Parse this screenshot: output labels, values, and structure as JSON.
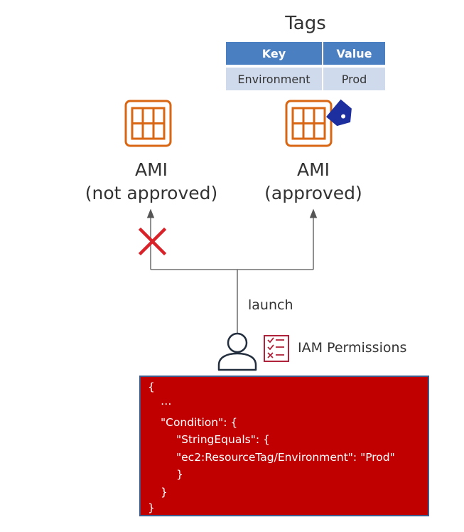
{
  "tags": {
    "title": "Tags",
    "headers": [
      "Key",
      "Value"
    ],
    "rows": [
      [
        "Environment",
        "Prod"
      ]
    ]
  },
  "ami_left": {
    "line1": "AMI",
    "line2": "(not approved)"
  },
  "ami_right": {
    "line1": "AMI",
    "line2": "(approved)"
  },
  "launch_label": "launch",
  "iam_label": "IAM Permissions",
  "policy_lines": [
    "{",
    "…",
    "\"Condition\": {",
    "\"StringEquals\": {",
    "\"ec2:ResourceTag/Environment\": \"Prod\"",
    "}",
    "}",
    "}"
  ],
  "icons": {
    "ami": "ami-icon",
    "tag": "tag-icon",
    "deny": "deny-x-icon",
    "user": "user-icon",
    "checklist": "checklist-icon"
  },
  "colors": {
    "ami_orange": "#d86613",
    "tag_blue": "#1d2e9e",
    "deny_red": "#d9232a",
    "header_blue": "#4a7fc1",
    "row_blue": "#cfdaec",
    "policy_red": "#c00000",
    "user_dark": "#232f3e",
    "checklist_red": "#b0223a"
  }
}
